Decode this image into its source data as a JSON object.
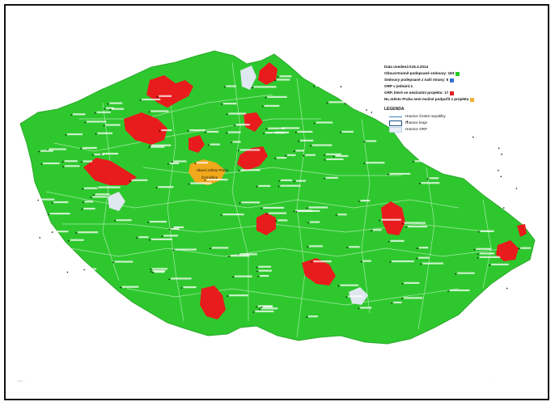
{
  "legend": {
    "date_label": "Data uvedená k15.3.2014",
    "rows": [
      {
        "text": "Obousrtranně podepsané smlouvy: 183",
        "color": "#22cc22"
      },
      {
        "text": "Smlouvy podepsané z naší strany: 6",
        "color": "#3a6fd8"
      },
      {
        "text": "ORP v jednání:1",
        "color": ""
      },
      {
        "text": "ORP, které se neúčastní projektu: 17",
        "color": "#e02020"
      },
      {
        "text": "HL.město Praha není možné podpořit z projektu",
        "color": "#f0b030"
      }
    ],
    "section_title": "LEGENDA",
    "keys": [
      {
        "text": "Hranice České republiky"
      },
      {
        "text": "Hranice kraje"
      },
      {
        "text": "Hranice ORP"
      }
    ]
  },
  "colors": {
    "participating": "#2ec82e",
    "non_participating": "#e81c1c",
    "prague": "#f2a81c",
    "in_negotiation": "#dfe7ef",
    "border": "#a8e8a8"
  },
  "map_labels": {
    "prague_1": "Hlavní město Praha",
    "prague_2": "Černošice"
  },
  "footer": {
    "left": "Zdroj: ...",
    "right": "..."
  }
}
